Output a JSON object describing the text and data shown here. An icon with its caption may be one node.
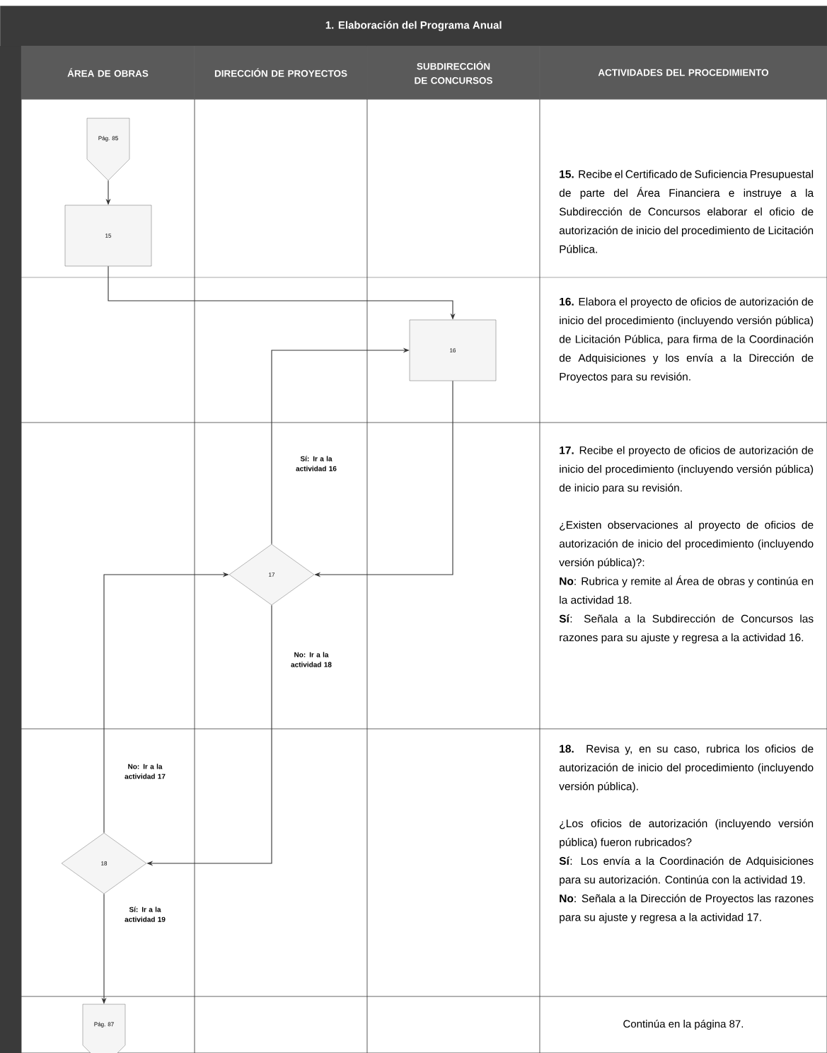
{
  "diagram": {
    "title": "1. Elaboración del Programa Anual",
    "nodes": [
      {
        "text": [
          "Pág. 85"
        ]
      },
      {
        "text": [
          "15"
        ]
      },
      {
        "text": [
          "16"
        ]
      },
      {
        "text": [
          "17"
        ]
      },
      {
        "text": [
          "18"
        ]
      },
      {
        "text": [
          "Pág. 87"
        ]
      }
    ],
    "edges": [
      {
        "from": 0,
        "to": 1,
        "arrow": "to"
      },
      {
        "from": 1,
        "to": 2,
        "arrow": "to"
      },
      {
        "from": 2,
        "to": 3,
        "arrow": "to"
      },
      {
        "from": 3,
        "to": 2,
        "arrow": "to",
        "label": "Sí: Ir a la actividad 16"
      },
      {
        "from": 3,
        "to": 4,
        "arrow": "to",
        "label": "No: Ir a la actividad 18"
      },
      {
        "from": 4,
        "to": 3,
        "arrow": "to",
        "label": "No: Ir a la actividad 17"
      },
      {
        "from": 4,
        "to": 5,
        "arrow": "to",
        "label": "Sí: Ir a la actividad 19"
      }
    ],
    "labels": [
      "ÁREA DE OBRAS",
      "DIRECCIÓN DE PROYECTOS",
      "SUBDIRECCIÓN DE CONCURSOS",
      "ACTIVIDADES DEL PROCEDIMIENTO",
      "**15.** Recibe el Certificado de Suficiencia Presupuestal de parte del Área Financiera e instruye a la Subdirección de Concursos elaborar el oficio de autorización de inicio del procedimiento de Licitación Pública.",
      "**16.** Elabora el proyecto de oficios de autorización de inicio del procedimiento (incluyendo versión pública) de Licitación Pública, para firma de la Coordinación de Adquisiciones y los envía a la Dirección de Proyectos para su revisión.",
      "**17.** Recibe el proyecto de oficios de autorización de inicio del procedimiento (incluyendo versión pública) de inicio para su revisión.",
      "¿Existen observaciones al proyecto de oficios de autorización de inicio del procedimiento (incluyendo versión pública)?:",
      "**No**: Rubrica y remite al Área de obras y continúa en la actividad 18.",
      "**Sí**: Señala a la Subdirección de Concursos las razones para su ajuste y regresa a la actividad 16.",
      "**18.** Revisa y, en su caso, rubrica los oficios de autorización de inicio del procedimiento (incluyendo versión pública).",
      "¿Los oficios de autorización (incluyendo versión pública) fueron rubricados?",
      "**Sí**: Los envía a la Coordinación de Adquisiciones para su autorización. Continúa con la actividad 19.",
      "**No**: Señala a la Dirección de Proyectos las razones para su ajuste y regresa a la actividad 17.",
      "Continúa en la página 87."
    ]
  }
}
